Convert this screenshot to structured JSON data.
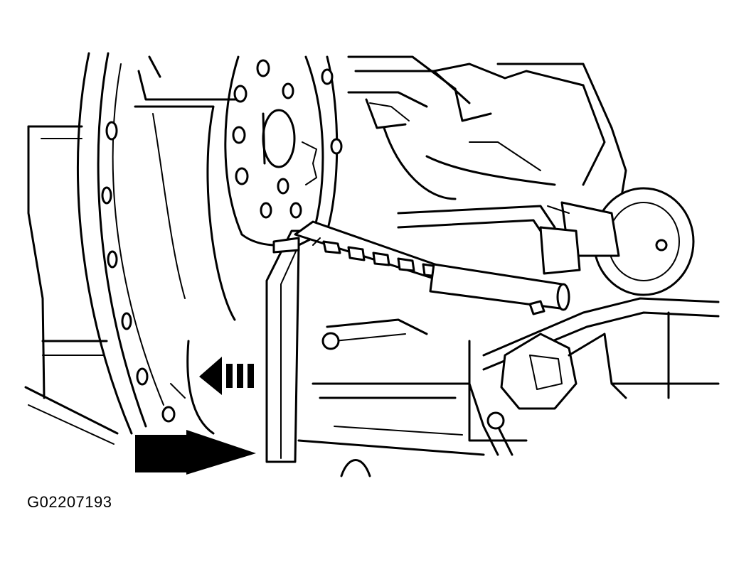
{
  "figure_code": "G02207193",
  "colors": {
    "line": "#000000",
    "background": "#ffffff"
  },
  "arrows": [
    {
      "name": "direction-arrow-left",
      "style": "dashed"
    },
    {
      "name": "direction-arrow-right",
      "style": "solid"
    }
  ]
}
